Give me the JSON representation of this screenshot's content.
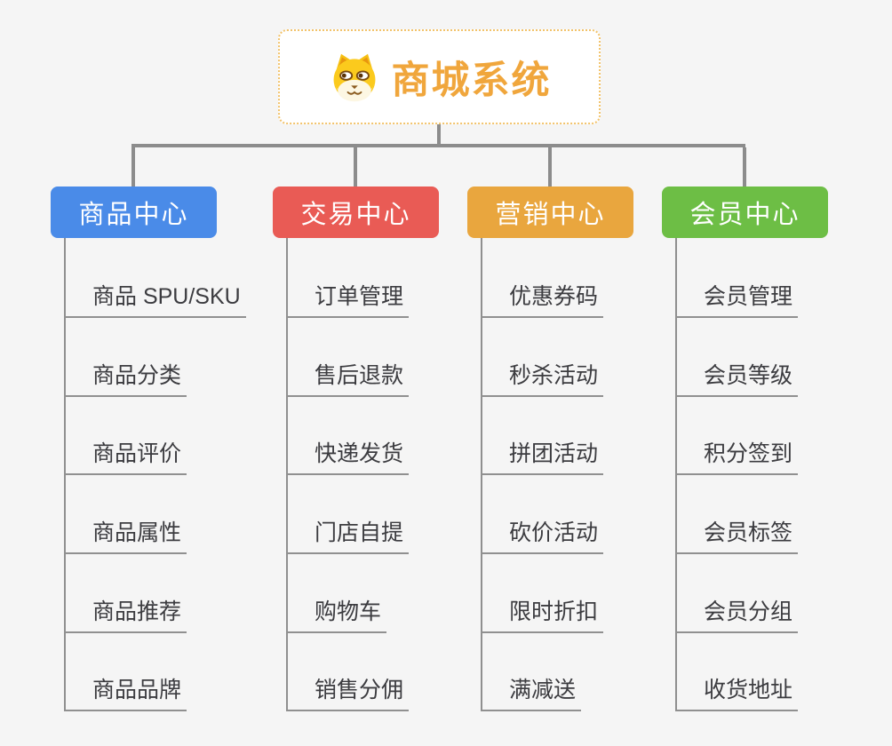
{
  "root": {
    "title": "商城系统",
    "icon": "dog-face-icon",
    "title_color": "#f0a63c",
    "border_color": "#f2c36b",
    "background": "#ffffff"
  },
  "canvas": {
    "background": "#f5f5f5",
    "connector_color": "#8c8c8c",
    "leaf_line_color": "#909090",
    "leaf_text_color": "#3c3c40"
  },
  "branches": [
    {
      "label": "商品中心",
      "color": "#4a8be8",
      "children": [
        "商品 SPU/SKU",
        "商品分类",
        "商品评价",
        "商品属性",
        "商品推荐",
        "商品品牌"
      ]
    },
    {
      "label": "交易中心",
      "color": "#e95b55",
      "children": [
        "订单管理",
        "售后退款",
        "快递发货",
        "门店自提",
        "购物车",
        "销售分佣"
      ]
    },
    {
      "label": "营销中心",
      "color": "#e9a63e",
      "children": [
        "优惠券码",
        "秒杀活动",
        "拼团活动",
        "砍价活动",
        "限时折扣",
        "满减送"
      ]
    },
    {
      "label": "会员中心",
      "color": "#6dbe45",
      "children": [
        "会员管理",
        "会员等级",
        "积分签到",
        "会员标签",
        "会员分组",
        "收货地址"
      ]
    }
  ]
}
